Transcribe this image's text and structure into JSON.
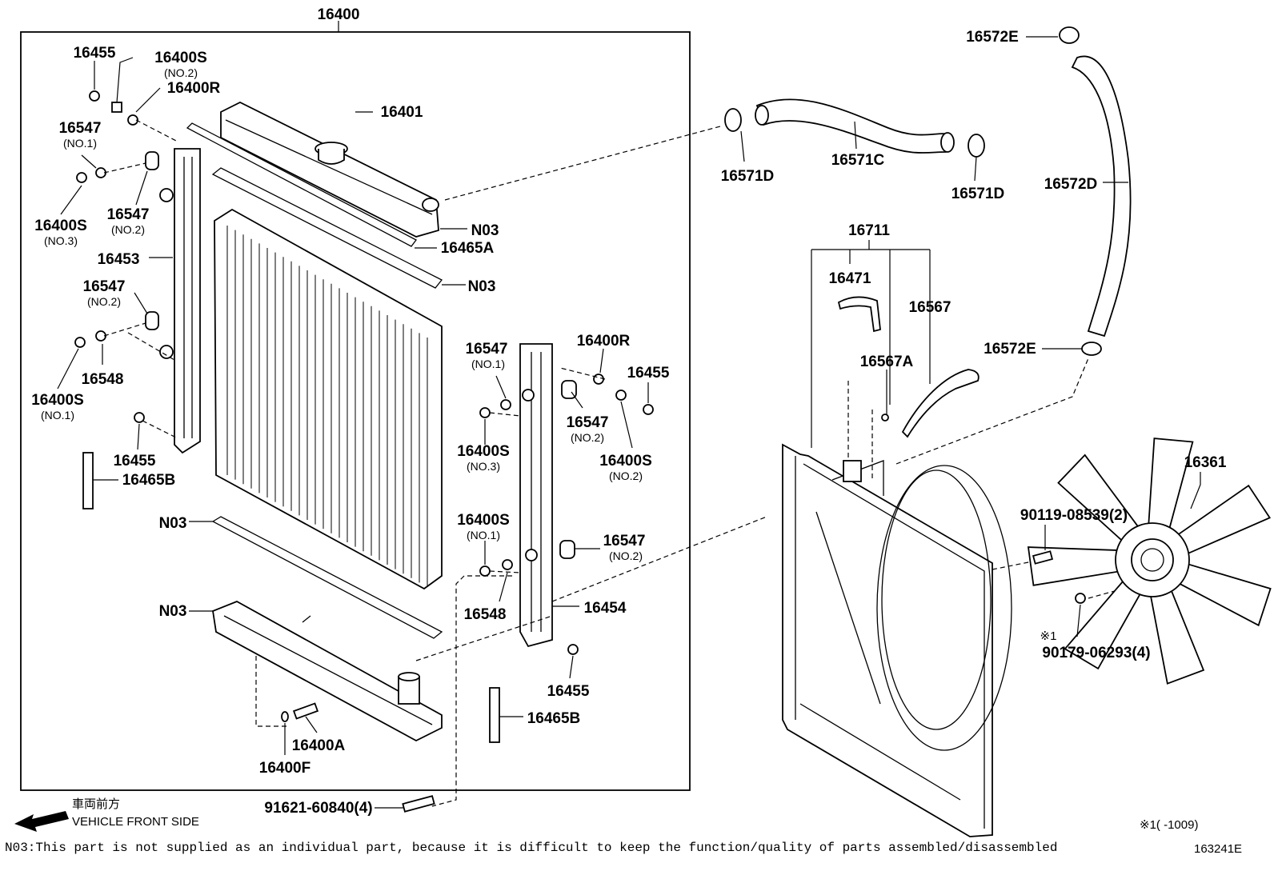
{
  "assembly_label": "16400",
  "parts": {
    "p16455_tl": "16455",
    "p16400S_no2_l": "16400S",
    "p16400S_no2_l_sub": "(NO.2)",
    "p16400R_l": "16400R",
    "p16401": "16401",
    "p16547_no1_l": "16547",
    "p16547_no1_l_sub": "(NO.1)",
    "p16547_no2_l": "16547",
    "p16547_no2_l_sub": "(NO.2)",
    "p16400S_no3_l": "16400S",
    "p16400S_no3_l_sub": "(NO.3)",
    "p16453": "16453",
    "p16547_no2_l2": "16547",
    "p16547_no2_l2_sub": "(NO.2)",
    "p16548_l": "16548",
    "p16400S_no1_l": "16400S",
    "p16400S_no1_l_sub": "(NO.1)",
    "p16455_ml": "16455",
    "p16465B_l": "16465B",
    "n03_top": "N03",
    "p16465A": "16465A",
    "n03_mid": "N03",
    "n03_low": "N03",
    "n03_tank": "N03",
    "p16547_no1_r": "16547",
    "p16547_no1_r_sub": "(NO.1)",
    "p16400R_r": "16400R",
    "p16455_r": "16455",
    "p16547_no2_r": "16547",
    "p16547_no2_r_sub": "(NO.2)",
    "p16400S_no3_r": "16400S",
    "p16400S_no3_r_sub": "(NO.3)",
    "p16400S_no2_r": "16400S",
    "p16400S_no2_r_sub": "(NO.2)",
    "p16400S_no1_r": "16400S",
    "p16400S_no1_r_sub": "(NO.1)",
    "p16547_no2_r2": "16547",
    "p16547_no2_r2_sub": "(NO.2)",
    "p16548_r": "16548",
    "p16454": "16454",
    "p16455_br": "16455",
    "p16465B_r": "16465B",
    "p16400A": "16400A",
    "p16400F": "16400F",
    "p91621": "91621-60840(4)",
    "p16572E_t": "16572E",
    "p16571D_l": "16571D",
    "p16571C": "16571C",
    "p16571D_r": "16571D",
    "p16572D": "16572D",
    "p16711": "16711",
    "p16471": "16471",
    "p16567": "16567",
    "p16567A": "16567A",
    "p16572E_b": "16572E",
    "p16361": "16361",
    "p90119": "90119-08539(2)",
    "p90179_mark": "※1",
    "p90179": "90179-06293(4)"
  },
  "front_side": {
    "japanese": "車両前方",
    "english": "VEHICLE FRONT SIDE"
  },
  "footnote": "N03:This part is not supplied as an individual part, because it is difficult to keep the function/quality of parts assembled/disassembled",
  "range_note": "※1(      -1009)",
  "diagram_id": "163241E"
}
